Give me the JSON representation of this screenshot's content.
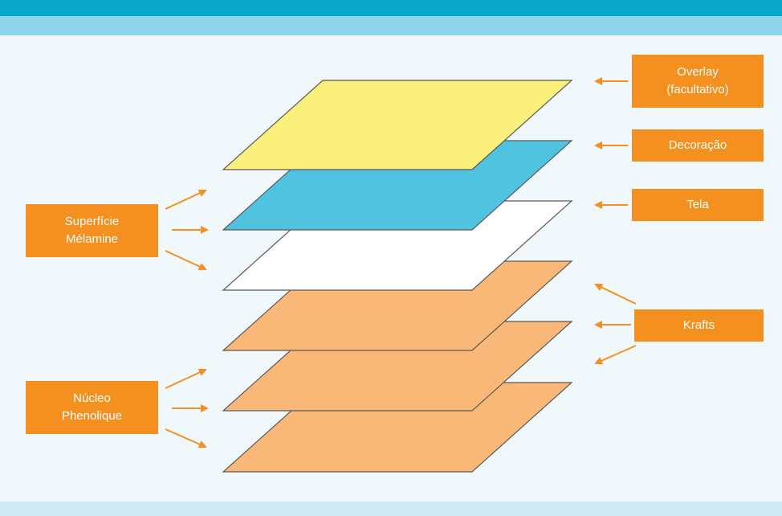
{
  "colors": {
    "band_top": "#0aa7c9",
    "band_light": "#8fd3e8",
    "background": "#f0f8fb",
    "label_orange": "#f3901f",
    "arrow_orange": "#f3901f",
    "layer_overlay": "#fbf07b",
    "layer_decoracao": "#4fc3e0",
    "layer_tela": "#ffffff",
    "layer_kraft": "#f9b877",
    "layer_stroke": "#5a5a5a"
  },
  "layers": [
    {
      "name": "overlay"
    },
    {
      "name": "decoracao"
    },
    {
      "name": "tela"
    },
    {
      "name": "kraft-1"
    },
    {
      "name": "kraft-2"
    },
    {
      "name": "kraft-3"
    }
  ],
  "labels": {
    "overlay": [
      "Overlay",
      "(facultativo)"
    ],
    "decoracao": [
      "Decoração"
    ],
    "tela": [
      "Tela"
    ],
    "krafts": [
      "Krafts"
    ],
    "superficie": [
      "Superfície",
      "Mélamine"
    ],
    "nucleo": [
      "Núcleo",
      "Phenolique"
    ]
  }
}
